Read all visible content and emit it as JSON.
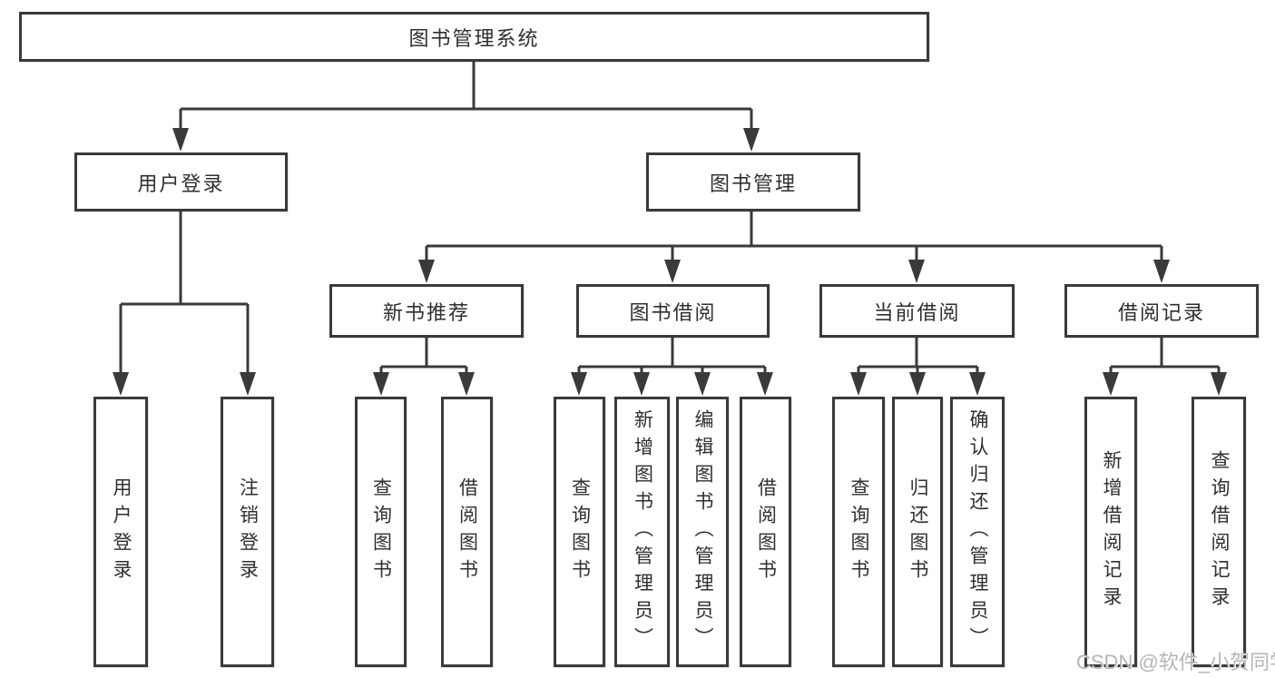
{
  "diagram": {
    "title_node": "图书管理系统",
    "tree": {
      "root": {
        "label": "图书管理系统"
      },
      "branches": [
        {
          "label": "用户登录",
          "children": [
            {
              "label": "用户登录"
            },
            {
              "label": "注销登录"
            }
          ]
        },
        {
          "label": "图书管理",
          "children": [
            {
              "label": "新书推荐",
              "children": [
                {
                  "label": "查询图书"
                },
                {
                  "label": "借阅图书"
                }
              ]
            },
            {
              "label": "图书借阅",
              "children": [
                {
                  "label": "查询图书"
                },
                {
                  "label": "新增图书（管理员）"
                },
                {
                  "label": "编辑图书（管理员）"
                },
                {
                  "label": "借阅图书"
                }
              ]
            },
            {
              "label": "当前借阅",
              "children": [
                {
                  "label": "查询图书"
                },
                {
                  "label": "归还图书"
                },
                {
                  "label": "确认归还（管理员）"
                }
              ]
            },
            {
              "label": "借阅记录",
              "children": [
                {
                  "label": "新增借阅记录"
                },
                {
                  "label": "查询借阅记录"
                }
              ]
            }
          ]
        }
      ]
    },
    "watermark": "CSDN @软件_小贺同学",
    "colors": {
      "line": "#3a3a3a",
      "text": "#2f2f2f",
      "watermark_text": "#b5b5b5",
      "background": "#ffffff"
    }
  }
}
